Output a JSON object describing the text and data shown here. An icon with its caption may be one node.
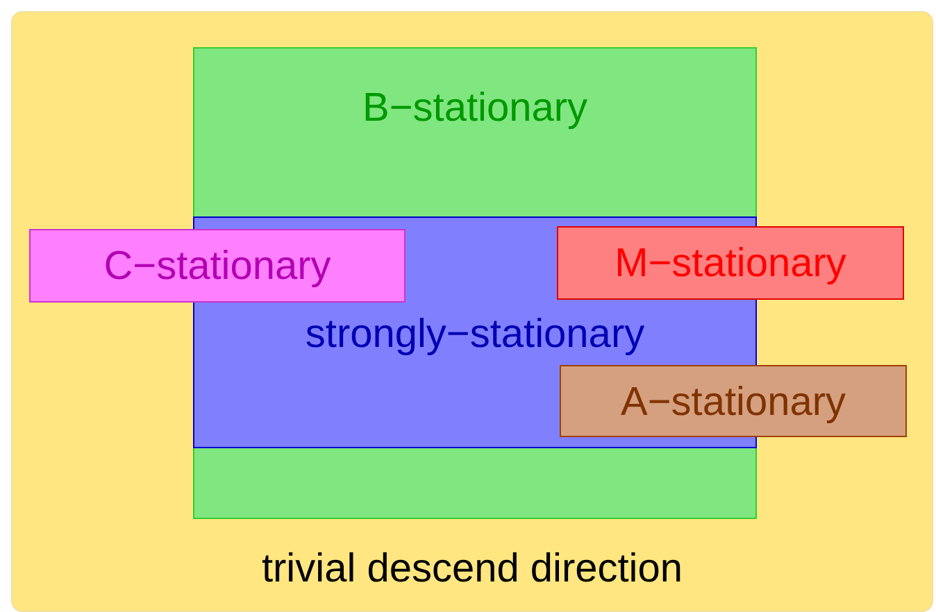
{
  "diagram": {
    "nodes": [
      {
        "text": [
          "trivial descend direction"
        ]
      },
      {
        "text": [
          "B−stationary"
        ],
        "in": 0
      },
      {
        "text": [
          "strongly−stationary"
        ],
        "in": 1
      },
      {
        "text": [
          "C−stationary"
        ],
        "in": 0
      },
      {
        "text": [
          "M−stationary"
        ],
        "in": 0
      },
      {
        "text": [
          "A−stationary"
        ],
        "in": 0
      }
    ]
  }
}
